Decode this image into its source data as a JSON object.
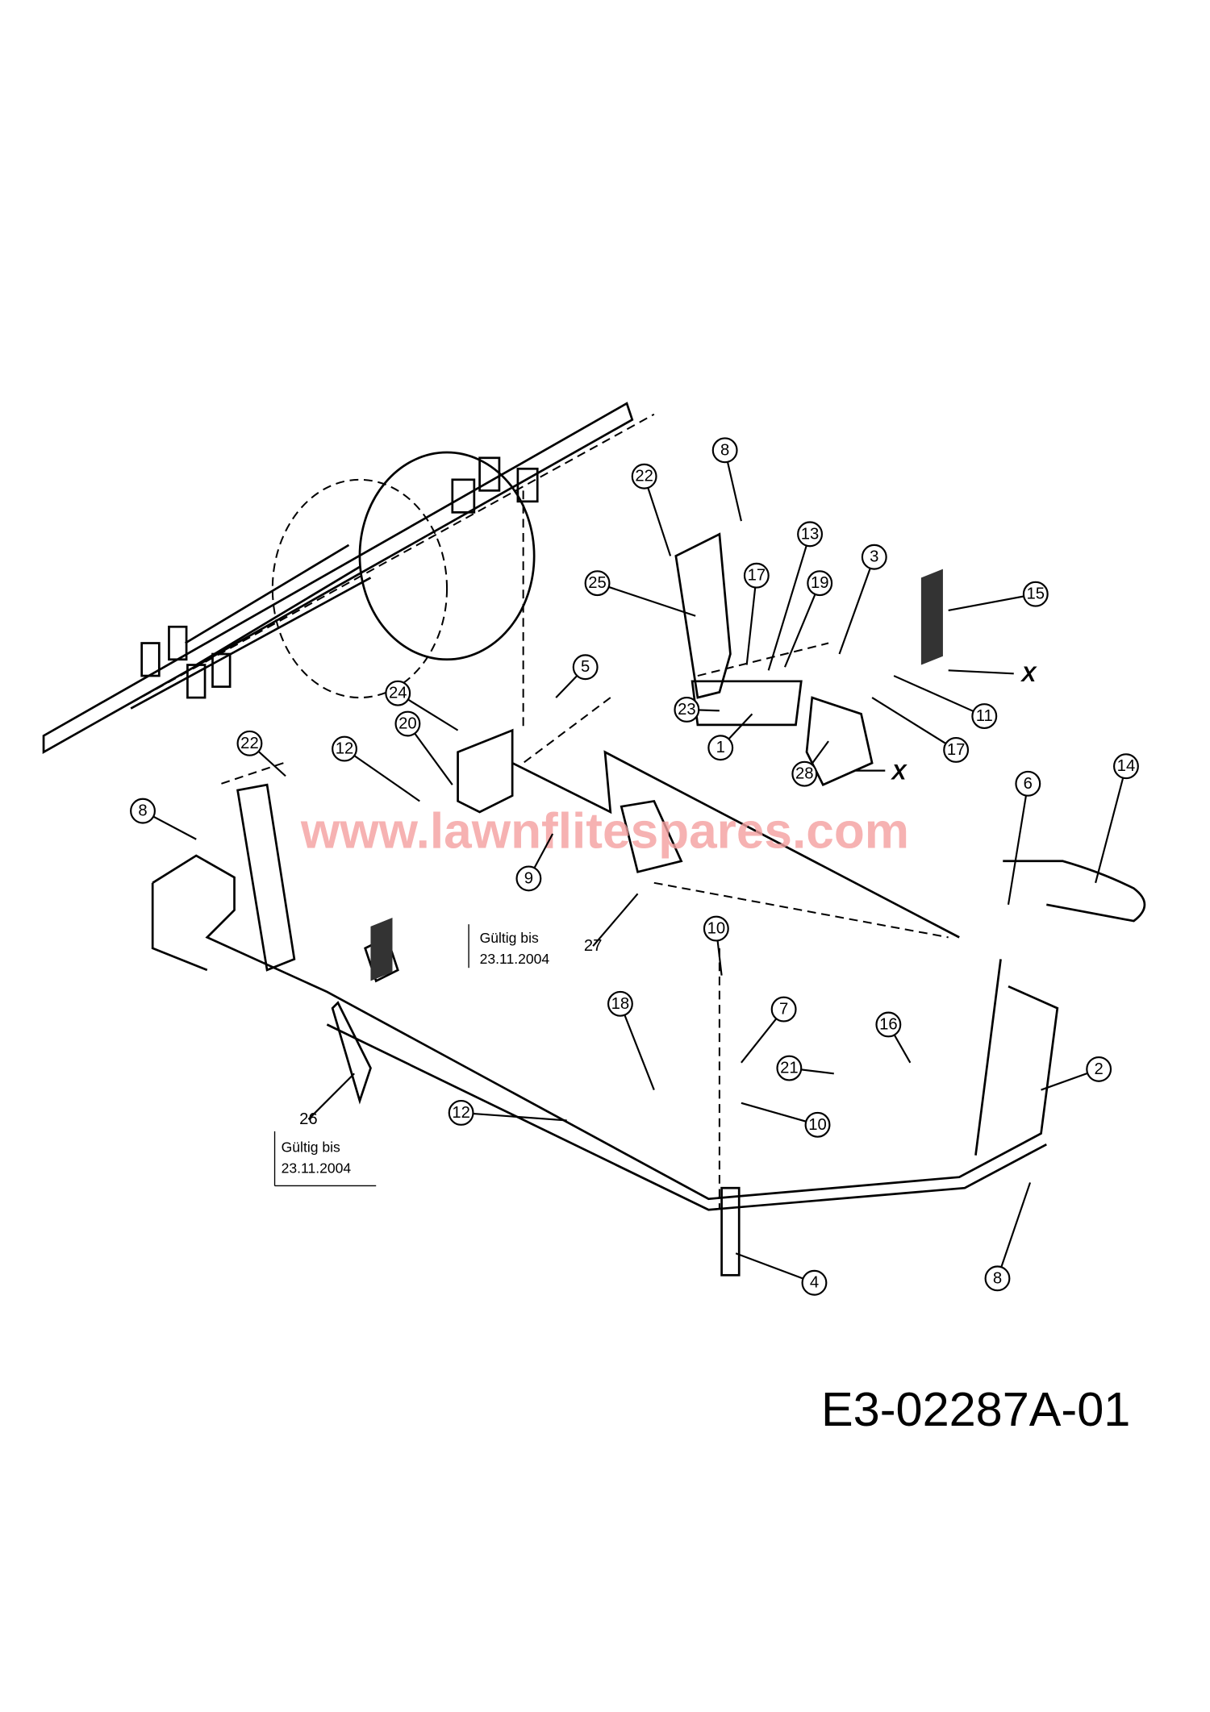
{
  "diagram": {
    "drawing_number": "E3-02287A-01",
    "watermark": "www.lawnflitespares.com",
    "watermark_color": "#f4a0a0",
    "notes": [
      {
        "line1": "Gültig bis",
        "line2": "23.11.2004"
      },
      {
        "line1": "Gültig bis",
        "line2": "23.11.2004"
      }
    ],
    "callouts": [
      "8",
      "22",
      "25",
      "13",
      "17",
      "19",
      "3",
      "15",
      "11",
      "17",
      "23",
      "1",
      "28",
      "5",
      "24",
      "20",
      "12",
      "22",
      "8",
      "9",
      "27",
      "6",
      "14",
      "10",
      "7",
      "18",
      "16",
      "21",
      "2",
      "10",
      "12",
      "26",
      "4",
      "8"
    ],
    "x_marks": [
      "X",
      "X"
    ]
  }
}
